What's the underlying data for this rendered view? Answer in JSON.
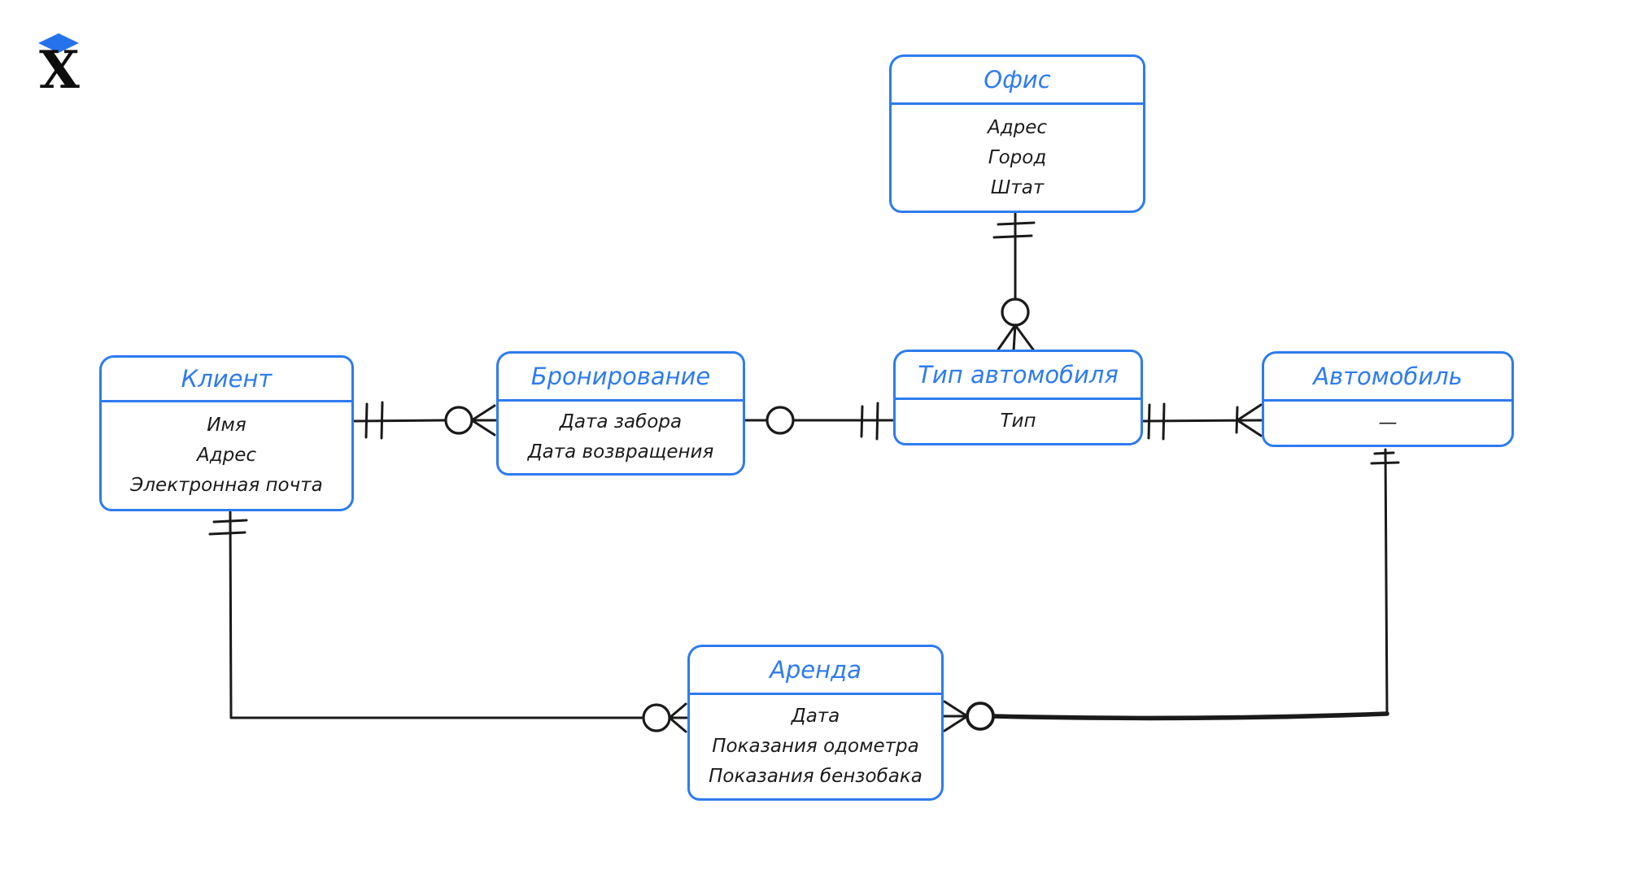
{
  "colors": {
    "accent": "#2e7bef",
    "line": "#1a1a1a",
    "logo_diamond": "#2672ec",
    "logo_letter": "#0d0d0d",
    "background": "#ffffff"
  },
  "logo": {
    "letter": "X"
  },
  "entities": [
    {
      "id": "office",
      "title": "Офис",
      "attributes": [
        "Адрес",
        "Город",
        "Штат"
      ]
    },
    {
      "id": "client",
      "title": "Клиент",
      "attributes": [
        "Имя",
        "Адрес",
        "Электронная почта"
      ]
    },
    {
      "id": "booking",
      "title": "Бронирование",
      "attributes": [
        "Дата забора",
        "Дата возвращения"
      ]
    },
    {
      "id": "car_type",
      "title": "Тип автомобиля",
      "attributes": [
        "Тип"
      ]
    },
    {
      "id": "car",
      "title": "Автомобиль",
      "attributes": [
        "—"
      ]
    },
    {
      "id": "rental",
      "title": "Аренда",
      "attributes": [
        "Дата",
        "Показания одометра",
        "Показания бензобака"
      ]
    }
  ],
  "relationships": [
    {
      "from": "Офис",
      "to": "Тип автомобиля",
      "from_end": "one-and-only-one",
      "to_end": "zero-or-many"
    },
    {
      "from": "Клиент",
      "to": "Бронирование",
      "from_end": "one-and-only-one",
      "to_end": "zero-or-many"
    },
    {
      "from": "Бронирование",
      "to": "Тип автомобиля",
      "from_end": "zero",
      "to_end": "one-and-only-one"
    },
    {
      "from": "Тип автомобиля",
      "to": "Автомобиль",
      "from_end": "one-and-only-one",
      "to_end": "one-or-many"
    },
    {
      "from": "Клиент",
      "to": "Аренда",
      "from_end": "one-and-only-one",
      "to_end": "zero-or-many"
    },
    {
      "from": "Автомобиль",
      "to": "Аренда",
      "from_end": "one-and-only-one",
      "to_end": "zero-or-many"
    }
  ]
}
